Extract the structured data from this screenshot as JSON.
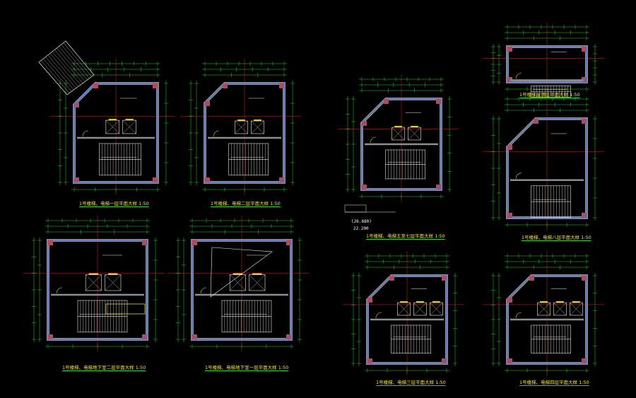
{
  "drawing": {
    "background": "#000000",
    "colors": {
      "wall": "#8a8f96",
      "column": "#b04a62",
      "outline": "#1f5bff",
      "dimension": "#2ad22a",
      "grid": "#ff3b3b",
      "stairs": "#e8e8e8",
      "label": "#f5e642",
      "accent": "#e8d130"
    },
    "plans": [
      {
        "key": "plan-stair1-floor1",
        "title": "1号楼梯、电梯一层平面大样 1:50"
      },
      {
        "key": "plan-stair1-floor2",
        "title": "1号楼梯、电梯二层平面大样 1:50"
      },
      {
        "key": "plan-stair1-floors5-7",
        "title": "1号楼梯、电梯五至七层平面大样 1:50"
      },
      {
        "key": "plan-stair1-machine-room",
        "title": "1号楼梯屋顶层平面大样 1:50"
      },
      {
        "key": "plan-stair1-floor8",
        "title": "1号楼梯、电梯八层平面大样 1:50"
      },
      {
        "key": "plan-stair1-basement2",
        "title": "1号楼梯、电梯地下室二层平面大样 1:50"
      },
      {
        "key": "plan-stair1-basement1",
        "title": "1号楼梯、电梯地下室一层平面大样 1:50"
      },
      {
        "key": "plan-stair1-floor3",
        "title": "1号楼梯、电梯三层平面大样 1:50"
      },
      {
        "key": "plan-stair1-floor4",
        "title": "1号楼梯、电梯四层平面大样 1:50"
      }
    ],
    "level_marks": {
      "upper": "(26.680)",
      "lower": "22.200"
    }
  }
}
